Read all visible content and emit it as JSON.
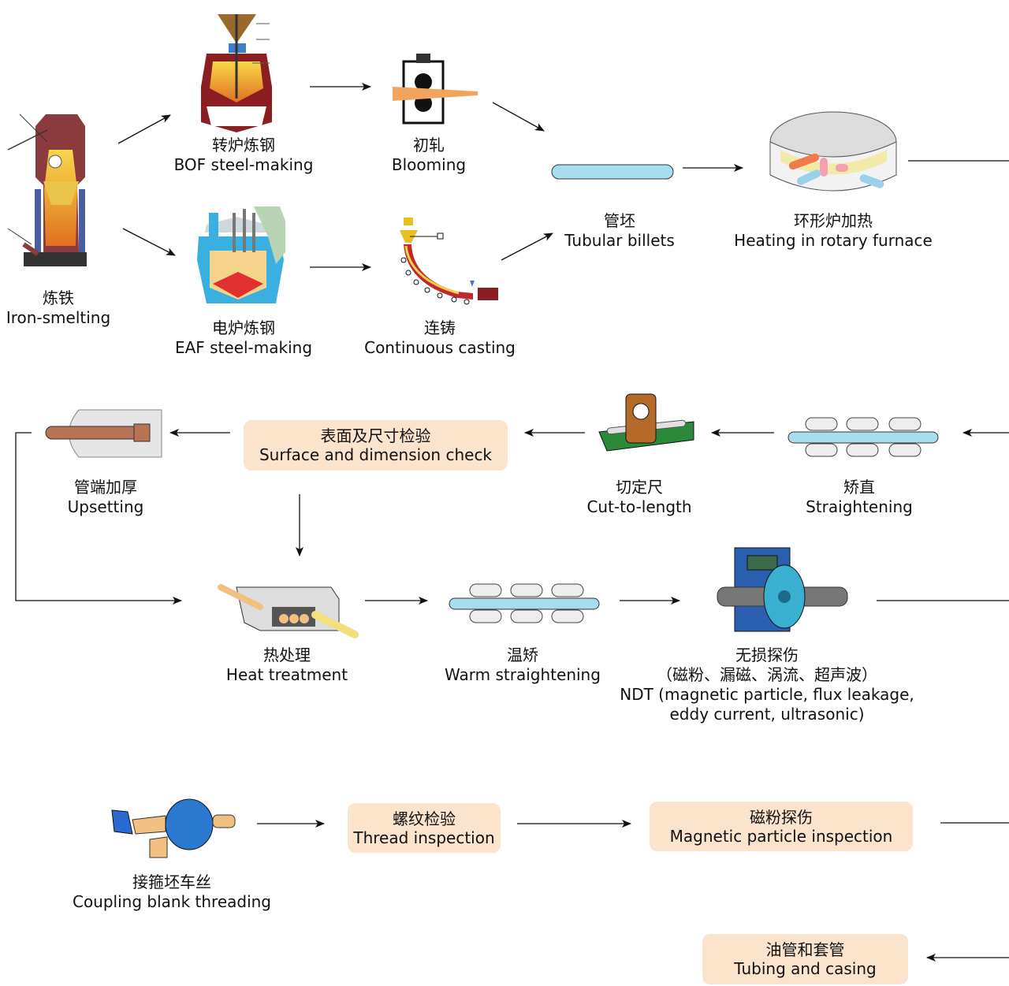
{
  "steps": {
    "iron": {
      "cn": "炼铁",
      "en": "Iron-smelting"
    },
    "bof": {
      "cn": "转炉炼钢",
      "en": "BOF steel-making"
    },
    "eaf": {
      "cn": "电炉炼钢",
      "en": "EAF steel-making"
    },
    "blooming": {
      "cn": "初轧",
      "en": "Blooming"
    },
    "casting": {
      "cn": "连铸",
      "en": "Continuous casting"
    },
    "billets": {
      "cn": "管坯",
      "en": "Tubular billets"
    },
    "rotary": {
      "cn": "环形炉加热",
      "en": "Heating in rotary furnace"
    },
    "straightening": {
      "cn": "矫直",
      "en": "Straightening"
    },
    "cut": {
      "cn": "切定尺",
      "en": "Cut-to-length"
    },
    "surface": {
      "cn": "表面及尺寸检验",
      "en": "Surface and dimension check"
    },
    "upsetting": {
      "cn": "管端加厚",
      "en": "Upsetting"
    },
    "heat": {
      "cn": "热处理",
      "en": "Heat treatment"
    },
    "warm": {
      "cn": "温矫",
      "en": "Warm straightening"
    },
    "ndt": {
      "cn": "无损探伤",
      "cn2": "（磁粉、漏磁、涡流、超声波）",
      "en": "NDT (magnetic particle, flux leakage,",
      "en2": "eddy current, ultrasonic)"
    },
    "coupling": {
      "cn": "接箍坯车丝",
      "en": "Coupling blank threading"
    },
    "thread": {
      "cn": "螺纹检验",
      "en": "Thread inspection"
    },
    "magnetic": {
      "cn": "磁粉探伤",
      "en": "Magnetic particle inspection"
    },
    "tubing": {
      "cn": "油管和套管",
      "en": "Tubing and casing"
    }
  },
  "colors": {
    "box_fill": "#fce3cc",
    "billet": "#a8dcf0",
    "accent": "#f2a45c",
    "furnace_red": "#8b1e22"
  }
}
